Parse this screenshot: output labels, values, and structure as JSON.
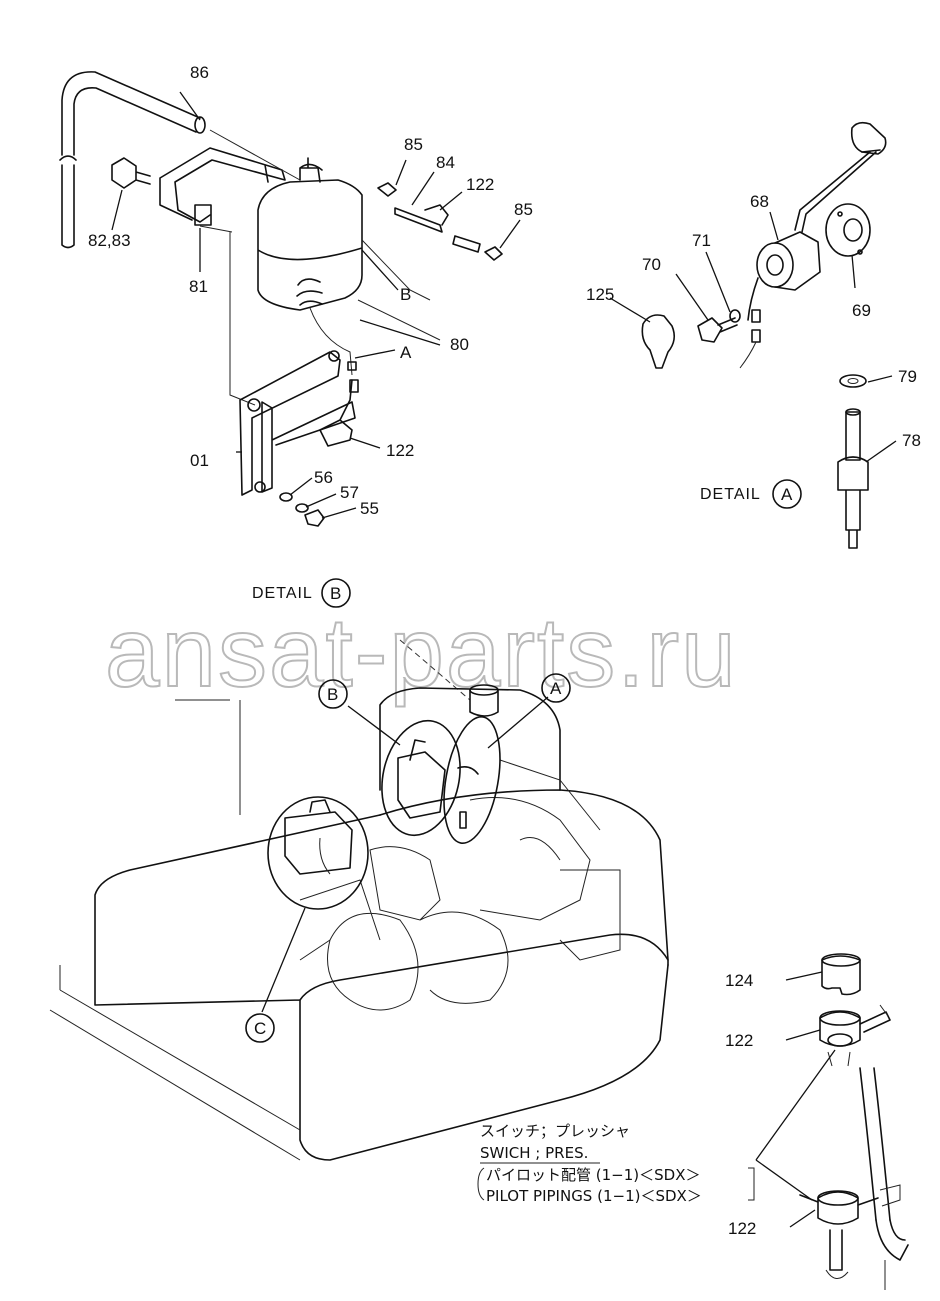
{
  "labels": {
    "p86": "86",
    "p82_83": "82,83",
    "p81": "81",
    "p85a": "85",
    "p84": "84",
    "p122a": "122",
    "p85b": "85",
    "pB": "B",
    "pA": "A",
    "p80": "80",
    "p122b": "122",
    "p01": "01",
    "p56": "56",
    "p57": "57",
    "p55": "55",
    "p71": "71",
    "p70": "70",
    "p125": "125",
    "p68": "68",
    "p69": "69",
    "p79": "79",
    "p78": "78",
    "p124": "124",
    "p122c": "122",
    "p122d": "122"
  },
  "details": {
    "detail_a_text": "DETAIL",
    "detail_a_letter": "A",
    "detail_b_text": "DETAIL",
    "detail_b_letter": "B"
  },
  "callouts": {
    "b": "B",
    "a": "A",
    "c": "C"
  },
  "note": {
    "jp_title": "スイッチ；プレッシャ",
    "en_title": "SWICH ; PRES.",
    "jp_ref": "パイロット配管 (1−1)＜SDX＞",
    "en_ref": "PILOT PIPINGS (1−1)＜SDX＞"
  },
  "watermark": "ansat-parts.ru"
}
